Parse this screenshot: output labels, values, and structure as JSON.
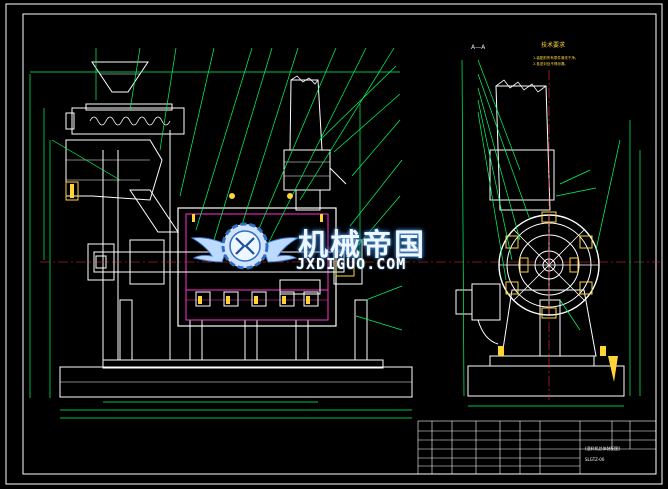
{
  "drawing": {
    "section_label": "A—A",
    "notes_title": "技术要求",
    "notes_lines": [
      "1.装配前所有零件清洗干净。",
      "2.各密封处不得渗漏。"
    ],
    "title_block_title": "(混料机总体装配图)",
    "title_block_sub": "SLGTZ-00"
  },
  "watermark": {
    "logo_text": "机械帝国",
    "url_text": "JXDIGUO.COM",
    "icon": "gear-wings-logo-icon"
  },
  "colors": {
    "background": "#000000",
    "outline": "#ffffff",
    "accent_green": "#00ff66",
    "accent_yellow": "#ffd43a",
    "accent_magenta": "#ff33cc",
    "accent_red": "#ff2a2a",
    "accent_cyan": "#2fd7ff"
  }
}
